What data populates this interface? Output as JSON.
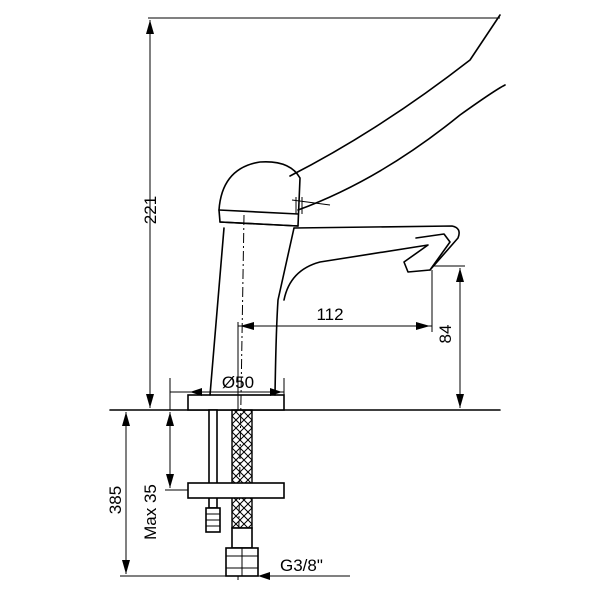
{
  "dimensions": {
    "total_height": "221",
    "spout_reach": "112",
    "spout_height": "84",
    "body_diameter": "Ø50",
    "tail_length": "385",
    "max_deck": "Max 35",
    "connection_thread": "G3/8\""
  }
}
